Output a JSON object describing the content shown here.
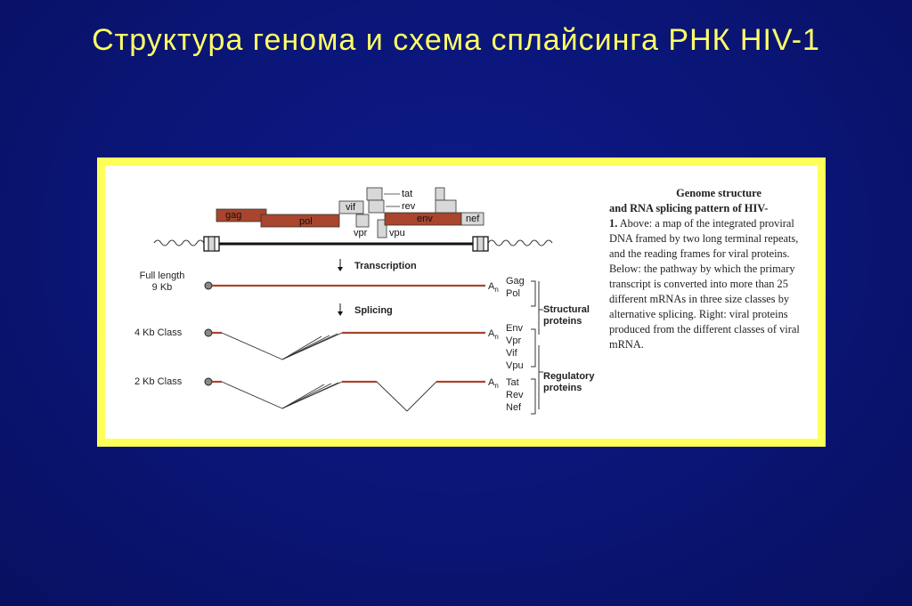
{
  "slide": {
    "title": "Структура генома и схема сплайсинга РНК HIV-1"
  },
  "figure": {
    "genes": {
      "gag": "gag",
      "pol": "pol",
      "vif": "vif",
      "vpr": "vpr",
      "tat": "tat",
      "rev": "rev",
      "vpu": "vpu",
      "env": "env",
      "nef": "nef"
    },
    "steps": {
      "transcription": "Transcription",
      "splicing": "Splicing"
    },
    "rows": {
      "full_length_line1": "Full length",
      "full_length_line2": "9 Kb",
      "kb4": "4 Kb Class",
      "kb2": "2 Kb Class"
    },
    "poly_a": "A",
    "poly_a_sub": "n",
    "proteins": {
      "gag": "Gag",
      "pol": "Pol",
      "env": "Env",
      "vpr": "Vpr",
      "vif": "Vif",
      "vpu": "Vpu",
      "tat": "Tat",
      "rev": "Rev",
      "nef": "Nef"
    },
    "groups": {
      "structural_line1": "Structural",
      "structural_line2": "proteins",
      "regulatory_line1": "Regulatory",
      "regulatory_line2": "proteins"
    },
    "caption": {
      "title_line1": "Genome structure",
      "title_line2": "and RNA splicing pattern of HIV-",
      "number": "1.",
      "body": " Above: a map of the integrated proviral DNA framed by two long terminal repeats, and the reading frames for viral proteins. Below: the pathway by which the primary transcript is converted into more than 25 different mRNAs in three size classes by alternative splicing. Right: viral proteins produced from the different classes of viral mRNA."
    },
    "colors": {
      "gene_red": "#a9452c",
      "gene_grey": "#d8d8d8",
      "frame_yellow": "#ffff5a",
      "title_yellow": "#ffff66",
      "background_blue": "#0a1575"
    }
  }
}
